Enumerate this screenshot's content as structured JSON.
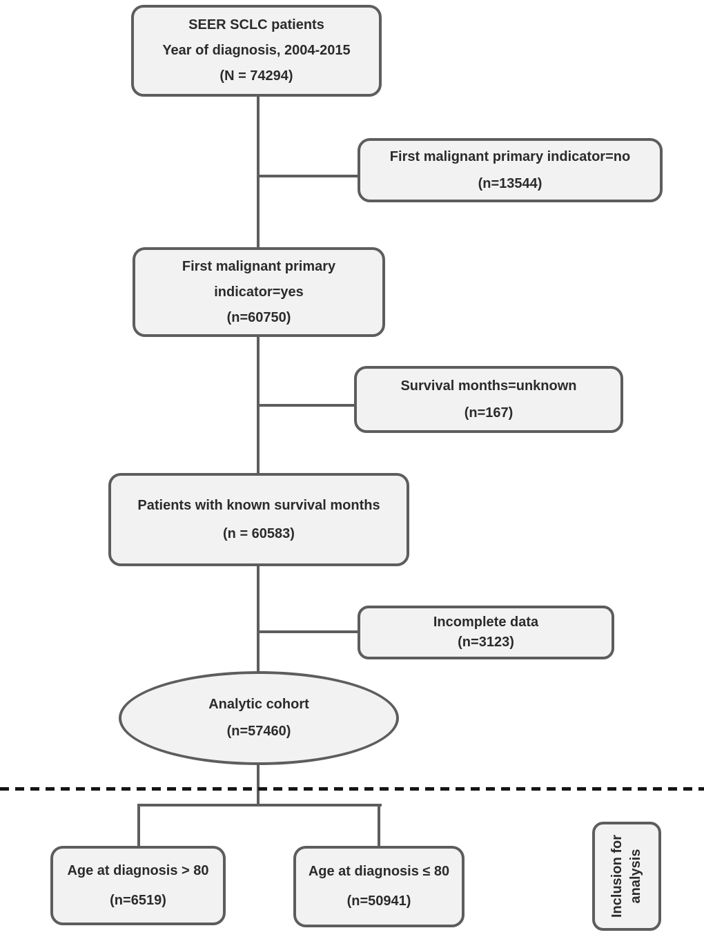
{
  "figure": {
    "type": "patient-selection-flowchart"
  },
  "colors": {
    "node_fill": "#f2f2f2",
    "node_border": "#5d5d5d",
    "connector": "#5d5d5d",
    "divider": "#151515",
    "text": "#2b2b2b",
    "background": "#ffffff"
  },
  "nodes": {
    "seer": {
      "lines": [
        "SEER SCLC patients",
        "Year of diagnosis, 2004-2015",
        "(N = 74294)"
      ]
    },
    "excl_first_primary_no": {
      "lines": [
        "First malignant primary indicator=no",
        "(n=13544)"
      ]
    },
    "first_primary_yes": {
      "lines": [
        "First malignant primary",
        "indicator=yes",
        "(n=60750)"
      ]
    },
    "excl_survival_unknown": {
      "lines": [
        "Survival months=unknown",
        "(n=167)"
      ]
    },
    "known_survival": {
      "lines": [
        "Patients with known survival months",
        "(n = 60583)"
      ]
    },
    "excl_incomplete": {
      "lines": [
        "Incomplete data",
        "(n=3123)"
      ]
    },
    "analytic_cohort": {
      "lines": [
        "Analytic cohort",
        "(n=57460)"
      ]
    },
    "age_over_80": {
      "lines": [
        "Age at diagnosis > 80",
        "(n=6519)"
      ]
    },
    "age_under_or_equal_80": {
      "lines": [
        "Age at diagnosis ≤ 80",
        "(n=50941)"
      ]
    },
    "inclusion_label": {
      "lines": [
        "Inclusion for",
        "analysis"
      ]
    }
  }
}
